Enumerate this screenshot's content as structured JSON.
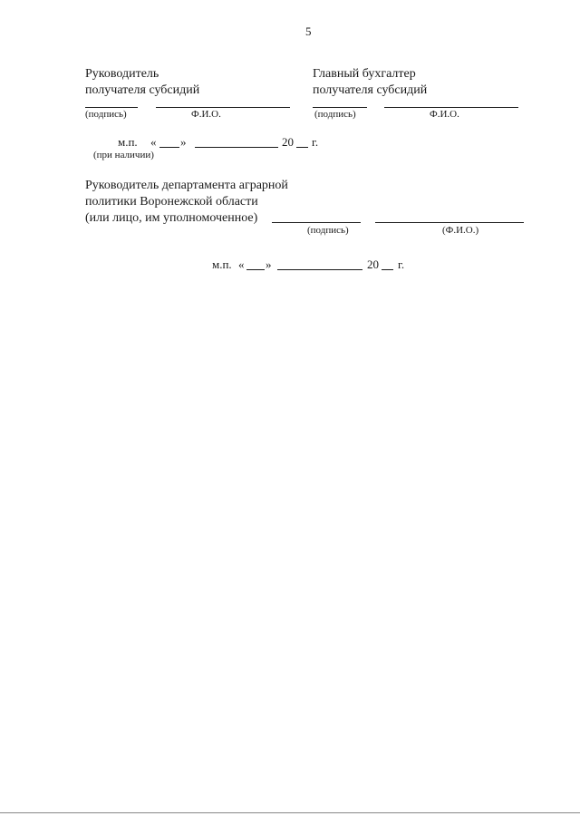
{
  "page": {
    "number": "5"
  },
  "signatures": {
    "recipient_head": {
      "title_line1": "Руководитель",
      "title_line2": "получателя субсидий",
      "signature_caption": "(подпись)",
      "name_caption": "Ф.И.О."
    },
    "chief_accountant": {
      "title_line1": "Главный бухгалтер",
      "title_line2": "получателя субсидий",
      "signature_caption": "(подпись)",
      "name_caption": "Ф.И.О."
    },
    "recipient_seal": {
      "seal_label": "м.п.",
      "open_quote": "«",
      "close_quote": "»",
      "year_prefix": "20",
      "year_suffix": "г.",
      "note": "(при наличии)"
    },
    "department_head": {
      "title_line1": "Руководитель департамента аграрной",
      "title_line2": "политики Воронежской области",
      "title_line3": "(или лицо, им уполномоченное)",
      "signature_caption": "(подпись)",
      "name_caption": "(Ф.И.О.)"
    },
    "department_seal": {
      "seal_label": "м.п.",
      "open_quote": "«",
      "close_quote": "»",
      "year_prefix": "20",
      "year_suffix": "г."
    }
  }
}
